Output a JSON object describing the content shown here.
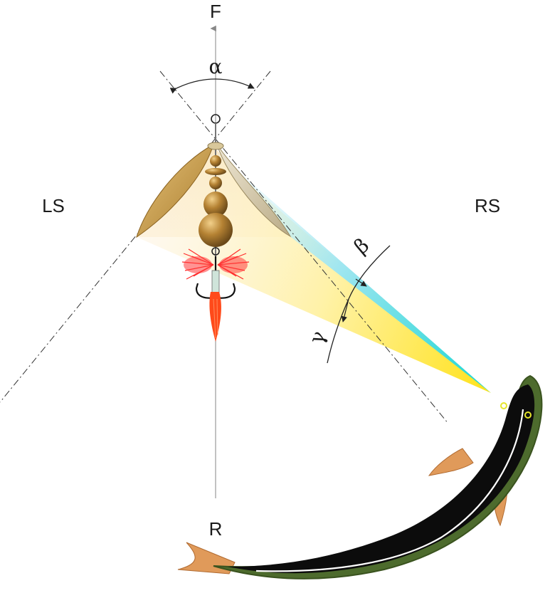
{
  "labels": {
    "forward": "F",
    "rear": "R",
    "left_side": "LS",
    "right_side": "RS",
    "alpha": "α",
    "beta": "β",
    "gamma": "γ"
  },
  "colors": {
    "beam_cyan": "#19d6d4",
    "beam_yellow": "#ffe21a",
    "beam_pale": "#fbe7c2",
    "blade_gold": "#c9a04a",
    "blade_silver": "#cfc3a4",
    "bead_bronze": "#a8772c",
    "feather_red": "#ff2a2a",
    "tail_red": "#ff4a1a",
    "fish_green": "#4d6b2d",
    "fish_body": "#0c0c0c",
    "fish_fin": "#e09a5a",
    "fish_eye": "#e6e62a"
  }
}
